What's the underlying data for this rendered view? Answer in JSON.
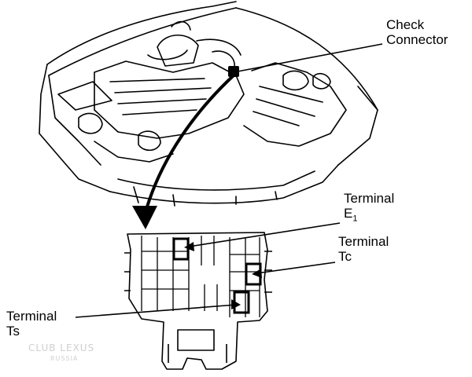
{
  "labels": {
    "check_connector": [
      "Check",
      "Connector"
    ],
    "terminal_e1": {
      "line1": "Terminal",
      "line2": "E",
      "sub": "1"
    },
    "terminal_tc": [
      "Terminal",
      "Tc"
    ],
    "terminal_ts": [
      "Terminal",
      "Ts"
    ]
  },
  "watermark": {
    "line1": "CLUB LEXUS",
    "line2": "RUSSIA"
  },
  "colors": {
    "ink": "#000000",
    "paper": "#ffffff",
    "watermark": "#cfcfcf"
  }
}
